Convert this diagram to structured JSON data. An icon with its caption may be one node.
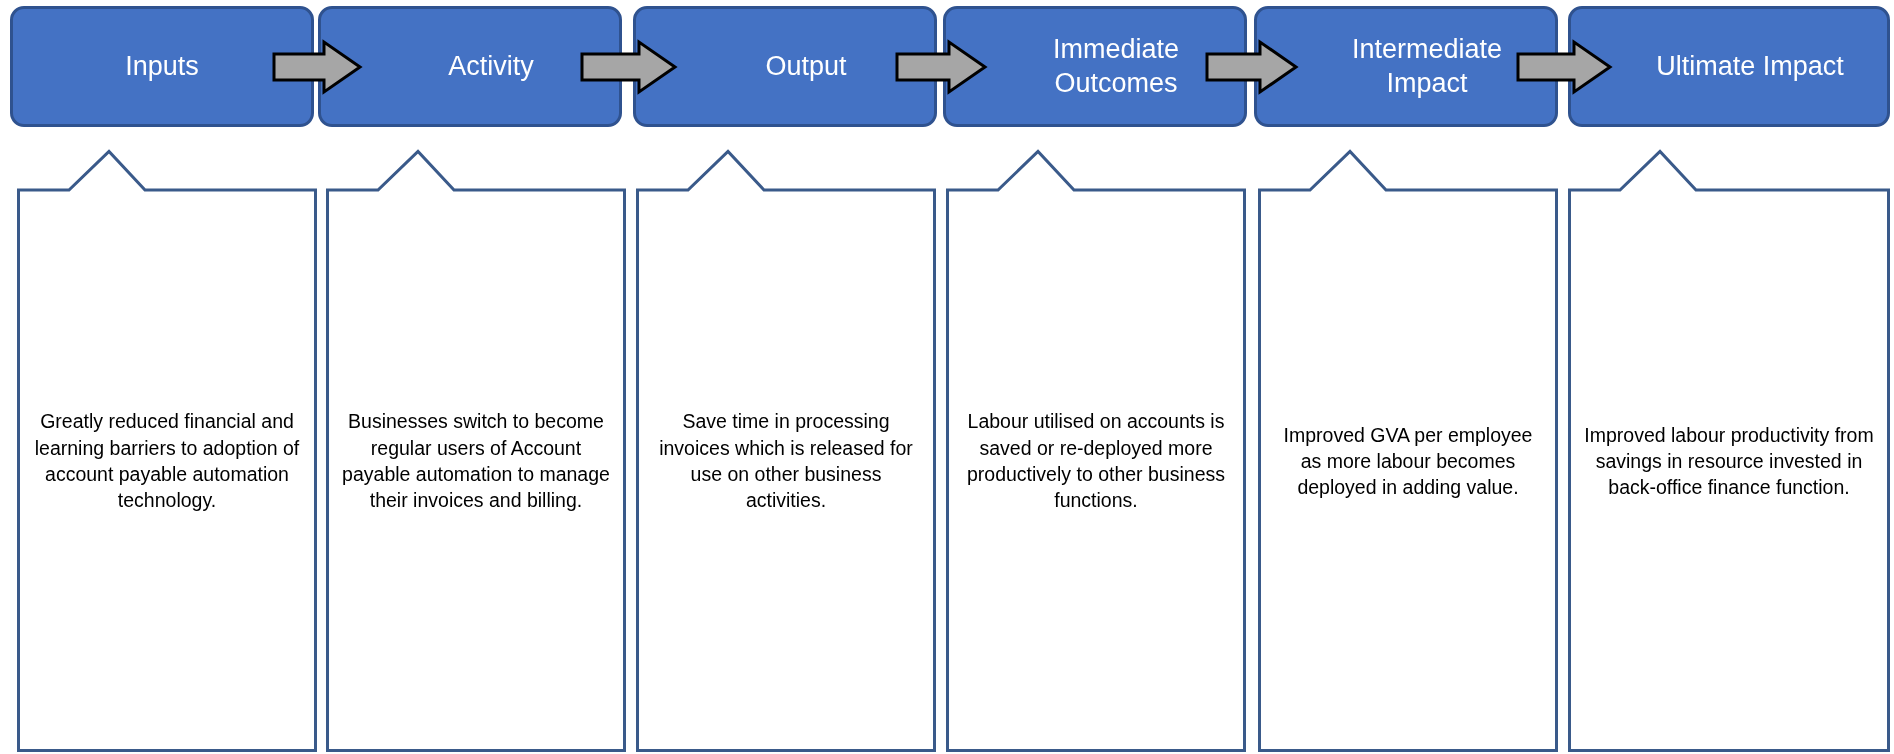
{
  "diagram": {
    "nodes": [
      {
        "text": [
          "Inputs"
        ]
      },
      {
        "text": [
          "Activity"
        ]
      },
      {
        "text": [
          "Output"
        ]
      },
      {
        "text": [
          "Immediate Outcomes"
        ]
      },
      {
        "text": [
          "Intermediate Impact"
        ]
      },
      {
        "text": [
          "Ultimate Impact"
        ]
      },
      {
        "text": [
          "Greatly reduced financial and learning barriers to adoption of account payable automation technology."
        ]
      },
      {
        "text": [
          "Businesses switch to become regular users of Account payable automation to manage their invoices and billing."
        ]
      },
      {
        "text": [
          "Save time in processing invoices which is released for use on other business activities."
        ]
      },
      {
        "text": [
          "Labour utilised on accounts is saved or re-deployed more productively to other business functions."
        ]
      },
      {
        "text": [
          "Improved GVA per employee as more labour becomes deployed in adding value."
        ]
      },
      {
        "text": [
          "Improved labour productivity from savings in resource invested in back-office finance function."
        ]
      }
    ],
    "edges": [
      {
        "from": 0,
        "to": 1,
        "arrow": "to"
      },
      {
        "from": 1,
        "to": 2,
        "arrow": "to"
      },
      {
        "from": 2,
        "to": 3,
        "arrow": "to"
      },
      {
        "from": 3,
        "to": 4,
        "arrow": "to"
      },
      {
        "from": 4,
        "to": 5,
        "arrow": "to"
      }
    ]
  }
}
